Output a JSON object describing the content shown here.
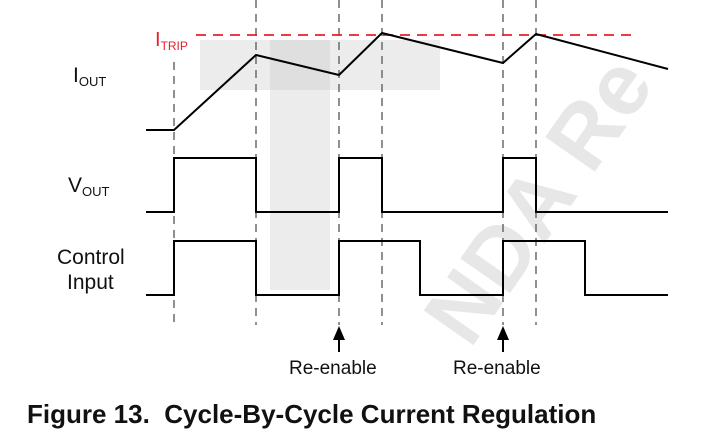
{
  "signals": {
    "iout": {
      "main": "I",
      "sub": "OUT"
    },
    "vout": {
      "main": "V",
      "sub": "OUT"
    },
    "control": {
      "line1": "Control",
      "line2": "Input"
    }
  },
  "itrip": {
    "main": "I",
    "sub": "TRIP",
    "color": "#e8202a"
  },
  "annotations": {
    "reenable1": "Re-enable",
    "reenable2": "Re-enable"
  },
  "caption": "Figure 13.  Cycle-By-Cycle Current Regulation",
  "watermark": {
    "text": "NDA Re"
  }
}
